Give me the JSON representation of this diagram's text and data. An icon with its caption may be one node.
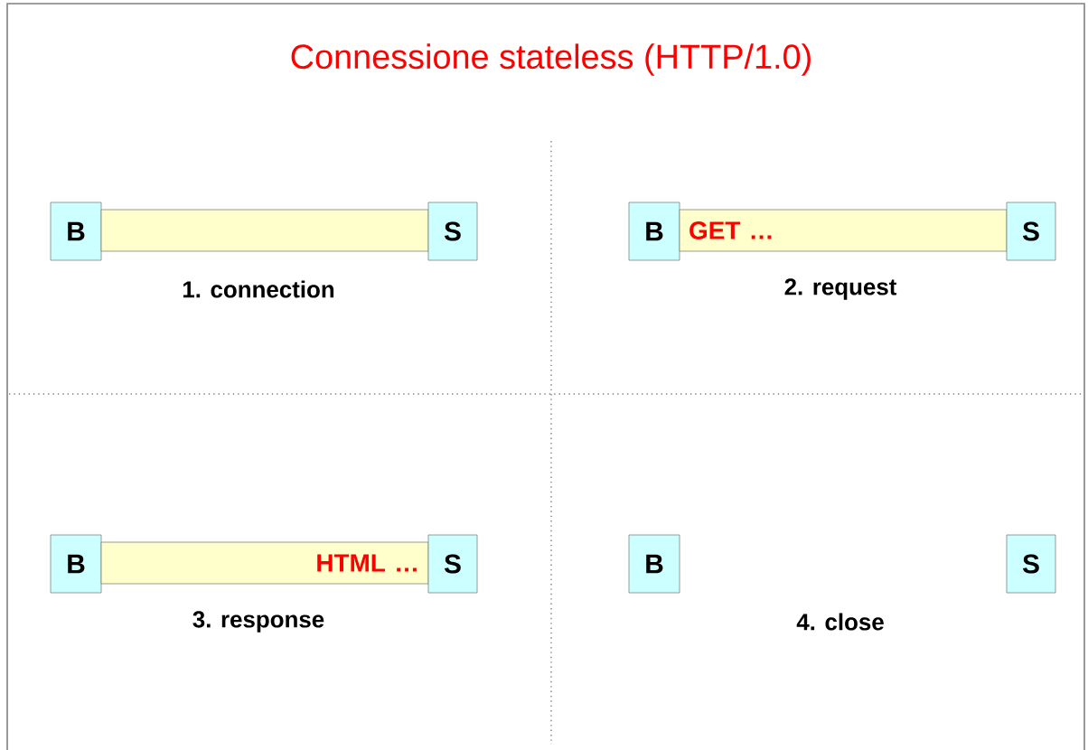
{
  "diagram": {
    "title": "Connessione stateless  (HTTP/1.0)",
    "nodes": [
      {
        "text": [
          "B"
        ]
      },
      {
        "text": [],
        "shape": "bar"
      },
      {
        "text": [
          "S"
        ]
      },
      {
        "text": [
          "B"
        ]
      },
      {
        "text": [
          "GET …"
        ]
      },
      {
        "text": [
          "S"
        ]
      },
      {
        "text": [
          "B"
        ]
      },
      {
        "text": [
          "HTML …"
        ]
      },
      {
        "text": [
          "S"
        ]
      },
      {
        "text": [
          "B"
        ]
      },
      {
        "text": [
          "S"
        ]
      }
    ],
    "labels": [
      "1. connection",
      "2. request",
      "3. response",
      "4. close"
    ]
  }
}
